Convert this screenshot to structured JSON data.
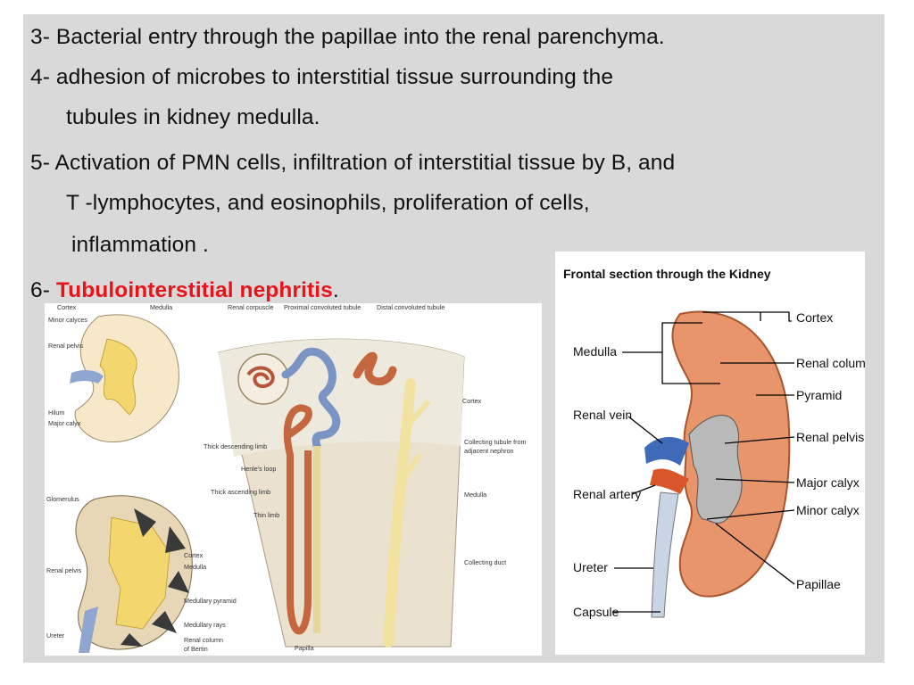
{
  "text": {
    "line1": "3- Bacterial entry through the papillae into the renal parenchyma.",
    "line2": "4- adhesion of microbes to interstitial tissue surrounding the",
    "line3": "tubules in kidney medulla.",
    "line4": "5- Activation of PMN cells, infiltration of interstitial tissue by B, and",
    "line5": "T -lymphocytes, and eosinophils,  proliferation  of cells,",
    "line6": "inflammation .",
    "line7_prefix": "6- ",
    "line7_highlight": "Tubulointerstitial nephritis",
    "line7_suffix": "."
  },
  "colors": {
    "slide_bg": "#d9d9d9",
    "highlight": "#e8141c",
    "kidney_orange": "#e8956b",
    "tubule_blue": "#7a95c4",
    "tubule_brown": "#c4673f",
    "duct_yellow": "#f2e2a0"
  },
  "left_figure": {
    "labels": {
      "cortex": "Cortex",
      "medulla": "Medulla",
      "minor_calyces": "Minor calyces",
      "renal_pelvis": "Renal pelvis",
      "hilum": "Hilum",
      "major_calyx": "Major calyx",
      "glomerulus": "Glomerulus",
      "cortex2": "Cortex",
      "medulla2": "Medulla",
      "renal_pelvis2": "Renal pelvis",
      "medullary_pyramid": "Medullary pyramid",
      "medullary_rays": "Medullary rays",
      "ureter": "Ureter",
      "renal_column_1": "Renal column",
      "renal_column_2": "of Bertin",
      "renal_corpuscle": "Renal corpuscle",
      "proximal_tubule": "Proximal convoluted tubule",
      "distal_tubule": "Distal convoluted tubule",
      "cortex3": "Cortex",
      "thick_descending": "Thick descending limb",
      "henles_loop": "Henle's loop",
      "thick_ascending": "Thick ascending limb",
      "thin_limb": "Thin limb",
      "collecting_tubule_1": "Collecting tubule from",
      "collecting_tubule_2": "adjacent nephron",
      "medulla3": "Medulla",
      "collecting_duct": "Collecting duct",
      "papilla": "Papilla"
    }
  },
  "right_figure": {
    "title": "Frontal section through the Kidney",
    "labels": {
      "cortex": "Cortex",
      "medulla": "Medulla",
      "renal_column": "Renal column",
      "pyramid": "Pyramid",
      "renal_vein": "Renal vein",
      "renal_pelvis": "Renal pelvis",
      "major_calyx": "Major calyx",
      "minor_calyx": "Minor calyx",
      "renal_artery": "Renal artery",
      "ureter": "Ureter",
      "papillae": "Papillae",
      "capsule": "Capsule"
    }
  }
}
